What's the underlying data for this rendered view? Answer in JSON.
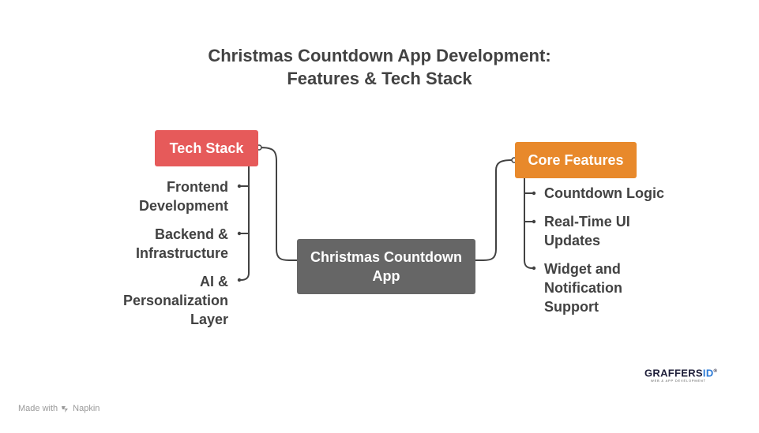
{
  "title": {
    "line1": "Christmas Countdown App Development:",
    "line2": "Features & Tech Stack"
  },
  "center_node": {
    "line1": "Christmas Countdown",
    "line2": "App",
    "color": "#666666"
  },
  "left_branch": {
    "label": "Tech Stack",
    "color": "#e65a5a",
    "items": [
      {
        "lines": [
          "Frontend",
          "Development"
        ]
      },
      {
        "lines": [
          "Backend &",
          "Infrastructure"
        ]
      },
      {
        "lines": [
          "AI &",
          "Personalization",
          "Layer"
        ]
      }
    ]
  },
  "right_branch": {
    "label": "Core Features",
    "color": "#e8892b",
    "items": [
      {
        "lines": [
          "Countdown Logic"
        ]
      },
      {
        "lines": [
          "Real-Time UI",
          "Updates"
        ]
      },
      {
        "lines": [
          "Widget and",
          "Notification",
          "Support"
        ]
      }
    ]
  },
  "footer": {
    "made_with": "Made with",
    "brand": "Napkin"
  },
  "logo": {
    "text_main": "GRAFFERS",
    "text_accent": "ID",
    "registered": "®",
    "tagline": "WEB & APP DEVELOPMENT"
  }
}
